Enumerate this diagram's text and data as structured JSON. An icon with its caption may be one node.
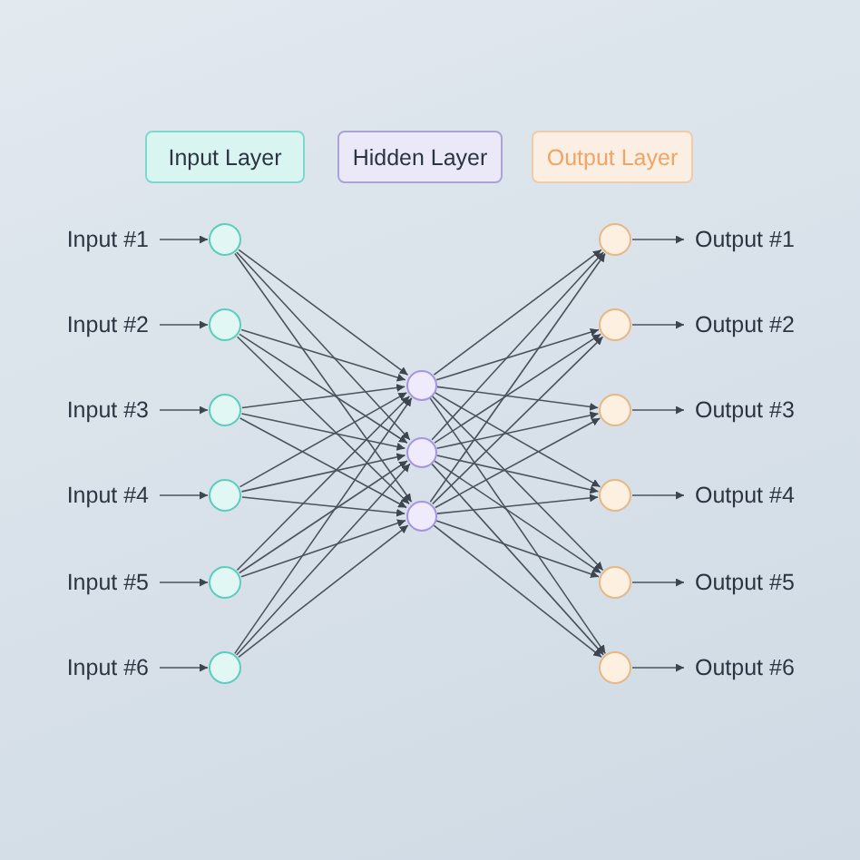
{
  "diagram": {
    "nodes": [
      {
        "text": [
          "Input Layer"
        ]
      },
      {
        "text": [
          "Hidden Layer"
        ]
      },
      {
        "text": [
          "Output Layer"
        ]
      },
      {
        "text": [
          "Input #1"
        ]
      },
      {
        "text": [
          "Input #2"
        ]
      },
      {
        "text": [
          "Input #3"
        ]
      },
      {
        "text": [
          "Input #4"
        ]
      },
      {
        "text": [
          "Input #5"
        ]
      },
      {
        "text": [
          "Input #6"
        ]
      },
      {
        "text": [],
        "shape": "circle"
      },
      {
        "text": [],
        "shape": "circle"
      },
      {
        "text": [],
        "shape": "circle"
      },
      {
        "text": [],
        "shape": "circle"
      },
      {
        "text": [],
        "shape": "circle"
      },
      {
        "text": [],
        "shape": "circle"
      },
      {
        "text": [],
        "shape": "circle"
      },
      {
        "text": [],
        "shape": "circle"
      },
      {
        "text": [],
        "shape": "circle"
      },
      {
        "text": [],
        "shape": "circle"
      },
      {
        "text": [],
        "shape": "circle"
      },
      {
        "text": [],
        "shape": "circle"
      },
      {
        "text": [],
        "shape": "circle"
      },
      {
        "text": [],
        "shape": "circle"
      },
      {
        "text": [],
        "shape": "circle"
      },
      {
        "text": [
          "Output #1"
        ]
      },
      {
        "text": [
          "Output #2"
        ]
      },
      {
        "text": [
          "Output #3"
        ]
      },
      {
        "text": [
          "Output #4"
        ]
      },
      {
        "text": [
          "Output #5"
        ]
      },
      {
        "text": [
          "Output #6"
        ]
      }
    ],
    "edges": [
      {
        "from": 3,
        "to": 9,
        "arrow": "to"
      },
      {
        "from": 4,
        "to": 10,
        "arrow": "to"
      },
      {
        "from": 5,
        "to": 11,
        "arrow": "to"
      },
      {
        "from": 6,
        "to": 12,
        "arrow": "to"
      },
      {
        "from": 7,
        "to": 13,
        "arrow": "to"
      },
      {
        "from": 8,
        "to": 14,
        "arrow": "to"
      },
      {
        "from": 9,
        "to": 15,
        "arrow": "to"
      },
      {
        "from": 9,
        "to": 16,
        "arrow": "to"
      },
      {
        "from": 9,
        "to": 17,
        "arrow": "to"
      },
      {
        "from": 10,
        "to": 15,
        "arrow": "to"
      },
      {
        "from": 10,
        "to": 16,
        "arrow": "to"
      },
      {
        "from": 10,
        "to": 17,
        "arrow": "to"
      },
      {
        "from": 11,
        "to": 15,
        "arrow": "to"
      },
      {
        "from": 11,
        "to": 16,
        "arrow": "to"
      },
      {
        "from": 11,
        "to": 17,
        "arrow": "to"
      },
      {
        "from": 12,
        "to": 15,
        "arrow": "to"
      },
      {
        "from": 12,
        "to": 16,
        "arrow": "to"
      },
      {
        "from": 12,
        "to": 17,
        "arrow": "to"
      },
      {
        "from": 13,
        "to": 15,
        "arrow": "to"
      },
      {
        "from": 13,
        "to": 16,
        "arrow": "to"
      },
      {
        "from": 13,
        "to": 17,
        "arrow": "to"
      },
      {
        "from": 14,
        "to": 15,
        "arrow": "to"
      },
      {
        "from": 14,
        "to": 16,
        "arrow": "to"
      },
      {
        "from": 14,
        "to": 17,
        "arrow": "to"
      },
      {
        "from": 15,
        "to": 18,
        "arrow": "to"
      },
      {
        "from": 15,
        "to": 19,
        "arrow": "to"
      },
      {
        "from": 15,
        "to": 20,
        "arrow": "to"
      },
      {
        "from": 15,
        "to": 21,
        "arrow": "to"
      },
      {
        "from": 15,
        "to": 22,
        "arrow": "to"
      },
      {
        "from": 15,
        "to": 23,
        "arrow": "to"
      },
      {
        "from": 16,
        "to": 18,
        "arrow": "to"
      },
      {
        "from": 16,
        "to": 19,
        "arrow": "to"
      },
      {
        "from": 16,
        "to": 20,
        "arrow": "to"
      },
      {
        "from": 16,
        "to": 21,
        "arrow": "to"
      },
      {
        "from": 16,
        "to": 22,
        "arrow": "to"
      },
      {
        "from": 16,
        "to": 23,
        "arrow": "to"
      },
      {
        "from": 17,
        "to": 18,
        "arrow": "to"
      },
      {
        "from": 17,
        "to": 19,
        "arrow": "to"
      },
      {
        "from": 17,
        "to": 20,
        "arrow": "to"
      },
      {
        "from": 17,
        "to": 21,
        "arrow": "to"
      },
      {
        "from": 17,
        "to": 22,
        "arrow": "to"
      },
      {
        "from": 17,
        "to": 23,
        "arrow": "to"
      },
      {
        "from": 18,
        "to": 24,
        "arrow": "to"
      },
      {
        "from": 19,
        "to": 25,
        "arrow": "to"
      },
      {
        "from": 20,
        "to": 26,
        "arrow": "to"
      },
      {
        "from": 21,
        "to": 27,
        "arrow": "to"
      },
      {
        "from": 22,
        "to": 28,
        "arrow": "to"
      },
      {
        "from": 23,
        "to": 29,
        "arrow": "to"
      }
    ]
  }
}
